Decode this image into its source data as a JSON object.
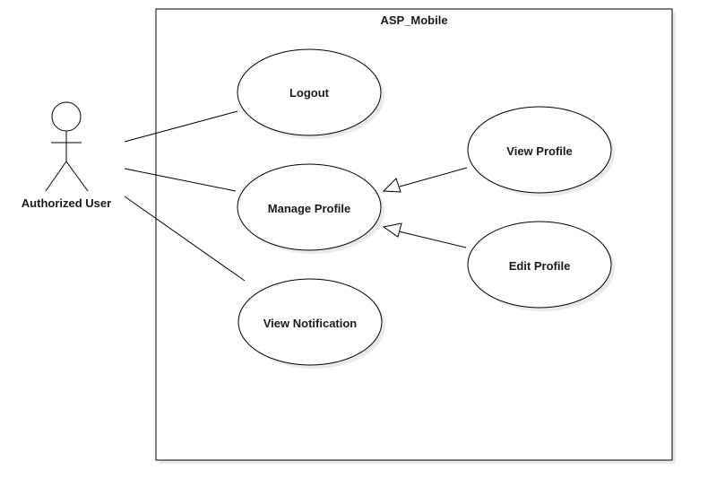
{
  "diagram": {
    "type": "uml-use-case",
    "system": {
      "name": "ASP_Mobile"
    },
    "actor": {
      "name": "Authorized User"
    },
    "use_cases": {
      "logout": "Logout",
      "manage_profile": "Manage Profile",
      "view_notification": "View Notification",
      "view_profile": "View Profile",
      "edit_profile": "Edit Profile"
    },
    "associations": [
      {
        "from": "Authorized User",
        "to": "Logout"
      },
      {
        "from": "Authorized User",
        "to": "Manage Profile"
      },
      {
        "from": "Authorized User",
        "to": "View Notification"
      }
    ],
    "generalizations": [
      {
        "child": "View Profile",
        "parent": "Manage Profile"
      },
      {
        "child": "Edit Profile",
        "parent": "Manage Profile"
      }
    ]
  }
}
